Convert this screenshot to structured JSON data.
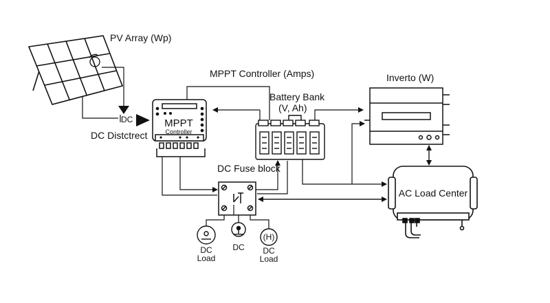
{
  "labels": {
    "pv_array": "PV Array (Wp)",
    "mppt_controller_title": "MPPT Controller (Amps)",
    "battery_bank_line1": "Battery Bank",
    "battery_bank_line2": "(V, Ah)",
    "inverter": "Inverto (W)",
    "dc_marker": "DC",
    "dc_distribution": "DC Distctrect",
    "mppt_big": "MPPT",
    "mppt_small": "Controller",
    "dc_fuse_block": "DC Fuse block",
    "ac_load_center": "AC Load Center",
    "load1_line1": "DC",
    "load1_line2": "Load",
    "load2_line1": "DC",
    "load3_line1": "DC",
    "load3_line2": "Load",
    "load3_symbol": "(H)"
  },
  "icons": {
    "sun": "sun-icon",
    "arrow": "arrow-icon",
    "ground": "ground-icon"
  },
  "colors": {
    "stroke": "#111111",
    "background": "#ffffff"
  }
}
